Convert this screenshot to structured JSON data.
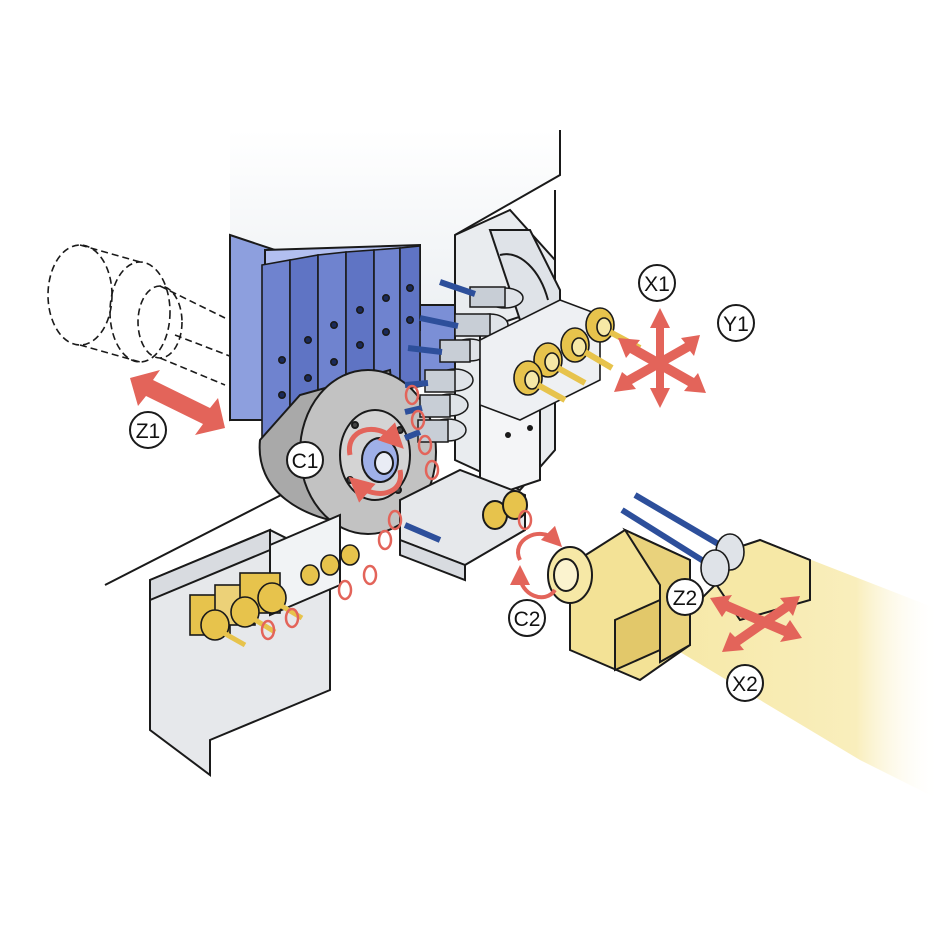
{
  "axis_labels": {
    "z1": "Z1",
    "c1": "C1",
    "x1": "X1",
    "y1": "Y1",
    "c2": "C2",
    "z2": "Z2",
    "x2": "X2"
  },
  "colors": {
    "outline": "#1a1a1a",
    "blue_tools": "#7b8fd6",
    "blue_dark": "#4a5fb0",
    "gray_face": "#c9c9c9",
    "gray_light": "#eceff2",
    "yellow": "#f6e8a6",
    "yellow_dark": "#e2c86a",
    "gold": "#e7c34c",
    "arrow_red": "#e3645a",
    "drill_blue": "#2d4f9b"
  },
  "icons": {
    "z1_arrow": "double-arrow-icon",
    "xy_cross": "cross-arrow-icon",
    "rotation": "rotation-arrow-icon"
  }
}
